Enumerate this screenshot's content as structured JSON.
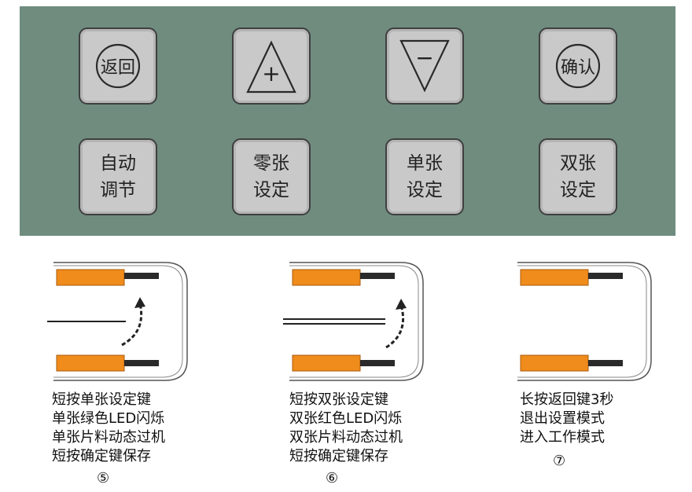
{
  "keys_top": [
    {
      "label": "返回",
      "icon": "circle-icon"
    },
    {
      "label": "+",
      "icon": "triangle-up-plus-icon"
    },
    {
      "label": "−",
      "icon": "triangle-down-minus-icon"
    },
    {
      "label": "确认",
      "icon": "circle-icon"
    }
  ],
  "keys_bottom": [
    {
      "line1": "自动",
      "line2": "调节"
    },
    {
      "line1": "零张",
      "line2": "设定"
    },
    {
      "line1": "单张",
      "line2": "设定"
    },
    {
      "line1": "双张",
      "line2": "设定"
    }
  ],
  "steps": [
    {
      "number": "⑤",
      "lines": [
        "短按单张设定键",
        "单张绿色LED闪烁",
        "单张片料动态过机",
        "短按确定键保存"
      ]
    },
    {
      "number": "⑥",
      "lines": [
        "短按双张设定键",
        "双张红色LED闪烁",
        "双张片料动态过机",
        "短按确定键保存"
      ]
    },
    {
      "number": "⑦",
      "lines": [
        "长按返回键3秒",
        "退出设置模式",
        "进入工作模式"
      ]
    }
  ],
  "colors": {
    "panel": "#6f8c7f",
    "key": "#c9c9c9",
    "sensor_orange": "#f08c1c"
  }
}
